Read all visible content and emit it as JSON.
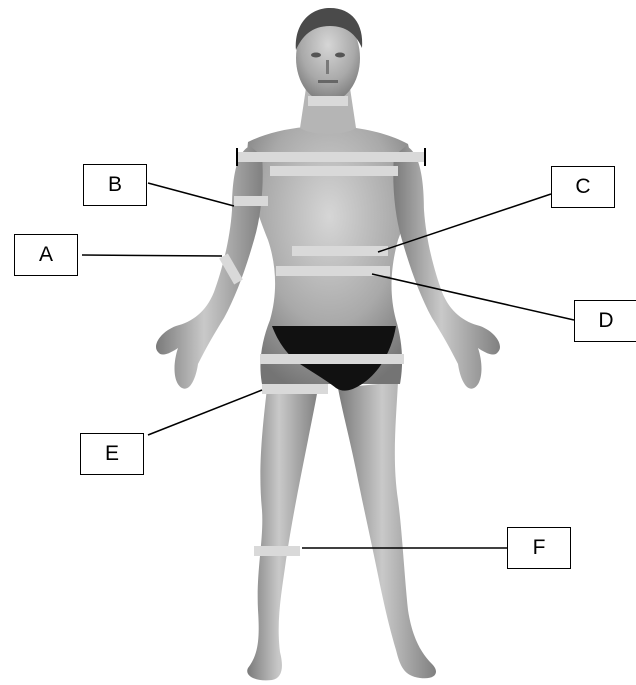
{
  "labels": {
    "a": "A",
    "b": "B",
    "c": "C",
    "d": "D",
    "e": "E",
    "f": "F"
  },
  "colors": {
    "skin_light": "#d4d4d4",
    "skin_mid": "#a8a8a8",
    "skin_dark": "#6e6e6e",
    "hair": "#4a4a4a",
    "underwear": "#111111",
    "measure_band": "#d9d9d9",
    "leader_line": "#000000"
  }
}
